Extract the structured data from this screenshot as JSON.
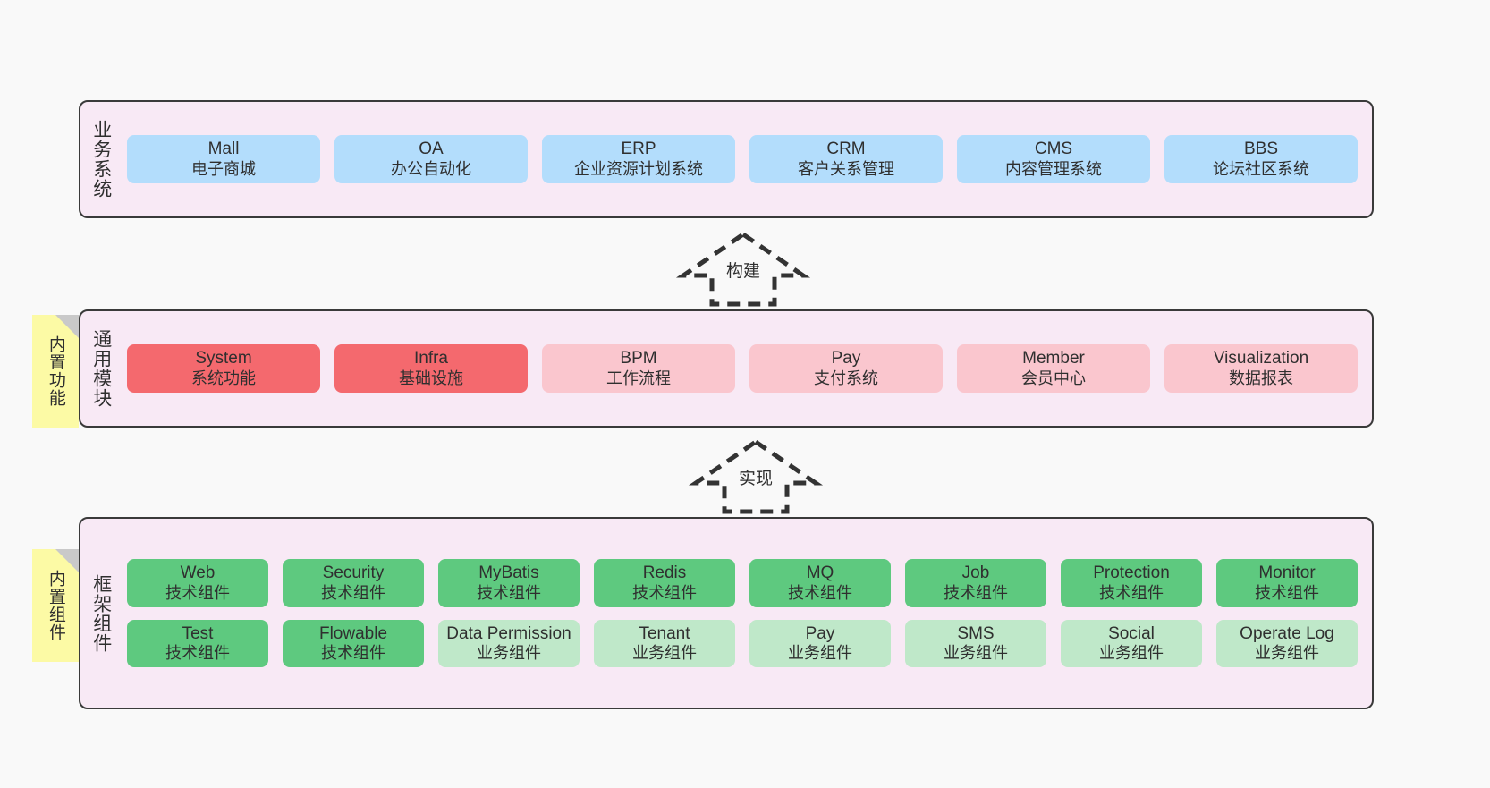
{
  "diagram": {
    "title": "ruoyi-vue-pro architecture layers",
    "colors": {
      "canvas_bg": "#f9f9f9",
      "layer_bg": "#f8e9f5",
      "layer_border": "#3a3a3a",
      "blue": "#b3ddfc",
      "red": "#f4696e",
      "pink": "#fac6ce",
      "green": "#5ec97f",
      "light_green": "#bfe8c9",
      "sticky": "#fcfaa5",
      "sticky_fold": "#c9c9c9"
    }
  },
  "layers": [
    {
      "id": "business",
      "title": "业务系统",
      "rows": [
        [
          {
            "en": "Mall",
            "cn": "电子商城",
            "color": "c-blue"
          },
          {
            "en": "OA",
            "cn": "办公自动化",
            "color": "c-blue"
          },
          {
            "en": "ERP",
            "cn": "企业资源计划系统",
            "color": "c-blue"
          },
          {
            "en": "CRM",
            "cn": "客户关系管理",
            "color": "c-blue"
          },
          {
            "en": "CMS",
            "cn": "内容管理系统",
            "color": "c-blue"
          },
          {
            "en": "BBS",
            "cn": "论坛社区系统",
            "color": "c-blue"
          }
        ]
      ]
    },
    {
      "id": "common-modules",
      "title": "通用模块",
      "sticky": "内置功能",
      "rows": [
        [
          {
            "en": "System",
            "cn": "系统功能",
            "color": "c-red"
          },
          {
            "en": "Infra",
            "cn": "基础设施",
            "color": "c-red"
          },
          {
            "en": "BPM",
            "cn": "工作流程",
            "color": "c-pink"
          },
          {
            "en": "Pay",
            "cn": "支付系统",
            "color": "c-pink"
          },
          {
            "en": "Member",
            "cn": "会员中心",
            "color": "c-pink"
          },
          {
            "en": "Visualization",
            "cn": "数据报表",
            "color": "c-pink"
          }
        ]
      ]
    },
    {
      "id": "framework-components",
      "title": "框架组件",
      "sticky": "内置组件",
      "rows": [
        [
          {
            "en": "Web",
            "cn": "技术组件",
            "color": "c-green"
          },
          {
            "en": "Security",
            "cn": "技术组件",
            "color": "c-green"
          },
          {
            "en": "MyBatis",
            "cn": "技术组件",
            "color": "c-green"
          },
          {
            "en": "Redis",
            "cn": "技术组件",
            "color": "c-green"
          },
          {
            "en": "MQ",
            "cn": "技术组件",
            "color": "c-green"
          },
          {
            "en": "Job",
            "cn": "技术组件",
            "color": "c-green"
          },
          {
            "en": "Protection",
            "cn": "技术组件",
            "color": "c-green"
          },
          {
            "en": "Monitor",
            "cn": "技术组件",
            "color": "c-green"
          }
        ],
        [
          {
            "en": "Test",
            "cn": "技术组件",
            "color": "c-green"
          },
          {
            "en": "Flowable",
            "cn": "技术组件",
            "color": "c-green"
          },
          {
            "en": "Data Permission",
            "cn": "业务组件",
            "color": "c-lightgreen"
          },
          {
            "en": "Tenant",
            "cn": "业务组件",
            "color": "c-lightgreen"
          },
          {
            "en": "Pay",
            "cn": "业务组件",
            "color": "c-lightgreen"
          },
          {
            "en": "SMS",
            "cn": "业务组件",
            "color": "c-lightgreen"
          },
          {
            "en": "Social",
            "cn": "业务组件",
            "color": "c-lightgreen"
          },
          {
            "en": "Operate Log",
            "cn": "业务组件",
            "color": "c-lightgreen"
          }
        ]
      ]
    }
  ],
  "connectors": [
    {
      "id": "build",
      "label": "构建"
    },
    {
      "id": "implement",
      "label": "实现"
    }
  ]
}
